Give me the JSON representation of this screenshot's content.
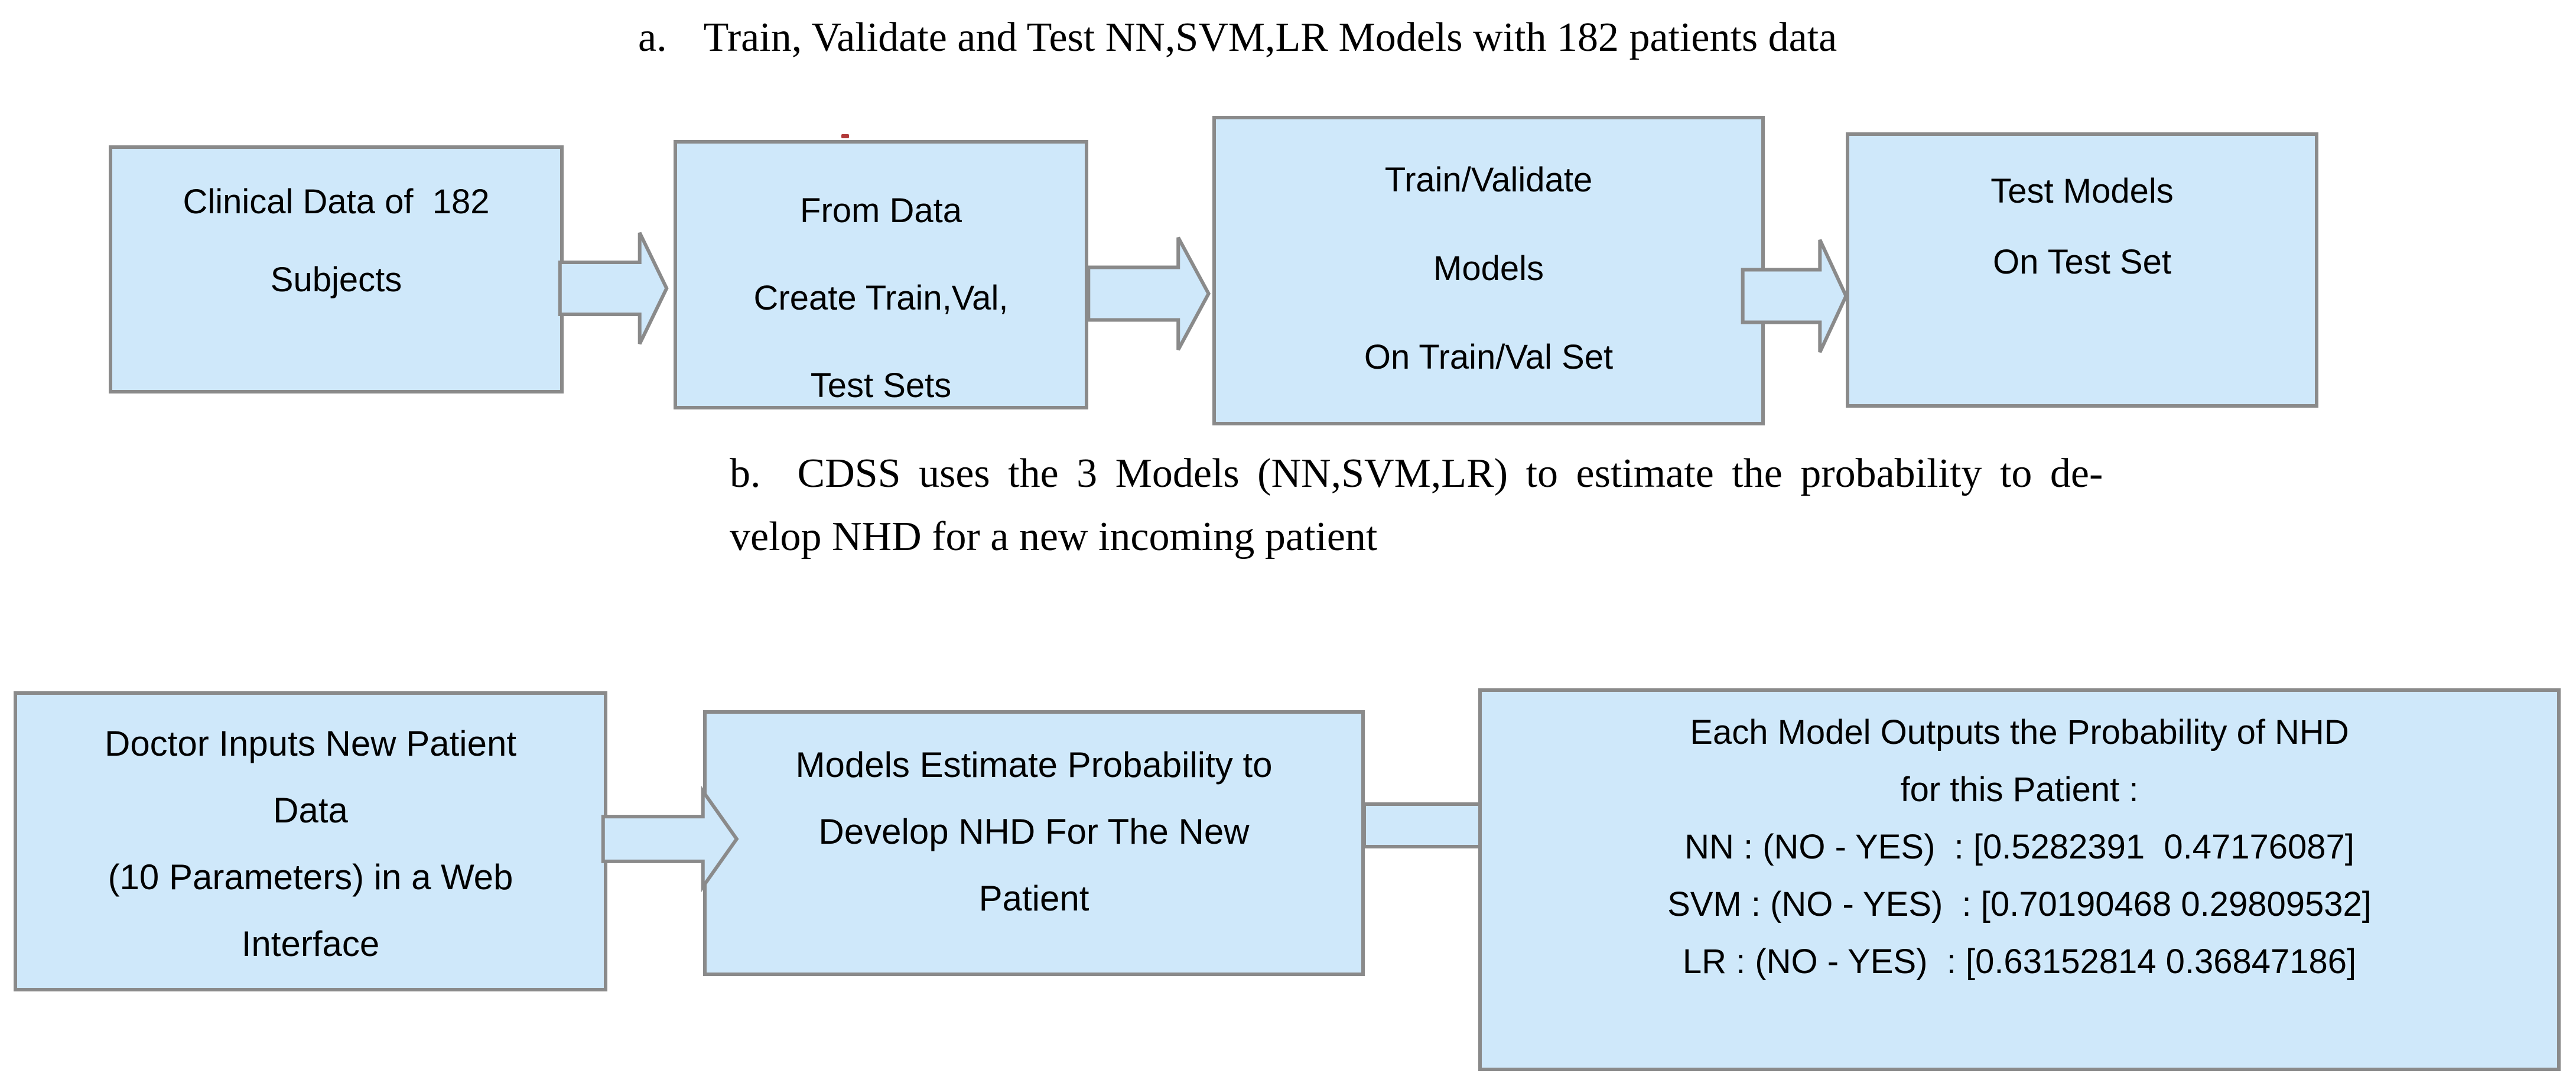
{
  "colors": {
    "box_fill": "#cfe8fa",
    "box_border": "#8a8a8a",
    "text": "#000000",
    "artifact_red": "#b23a3a",
    "background": "#ffffff"
  },
  "caption_a": {
    "label": "a.",
    "text": "Train, Validate and Test NN,SVM,LR Models with 182 patients data"
  },
  "caption_b": {
    "label": "b.",
    "line1": "CDSS uses the 3 Models (NN,SVM,LR) to estimate the probability to de-",
    "line2": "velop NHD for a new incoming patient"
  },
  "flow_top": {
    "box1": {
      "lines": [
        "Clinical Data of  182",
        "Subjects"
      ]
    },
    "box2": {
      "lines": [
        "From Data",
        "Create Train,Val,",
        "Test Sets"
      ]
    },
    "box3": {
      "lines": [
        "Train/Validate",
        "Models",
        "On Train/Val Set"
      ]
    },
    "box4": {
      "lines": [
        "Test Models",
        "On Test Set"
      ]
    }
  },
  "flow_bottom": {
    "box1": {
      "lines": [
        "Doctor Inputs New Patient",
        "Data",
        "(10 Parameters) in a Web",
        "Interface"
      ]
    },
    "box2": {
      "lines": [
        "Models Estimate Probability to",
        "Develop NHD For The New",
        "Patient"
      ]
    },
    "box3": {
      "lines": [
        "Each Model Outputs the Probability of NHD",
        "for this Patient :",
        "NN : (NO - YES)  : [0.5282391  0.47176087]",
        "SVM : (NO - YES)  : [0.70190468 0.29809532]",
        "LR : (NO - YES)  : [0.63152814 0.36847186]"
      ]
    }
  }
}
